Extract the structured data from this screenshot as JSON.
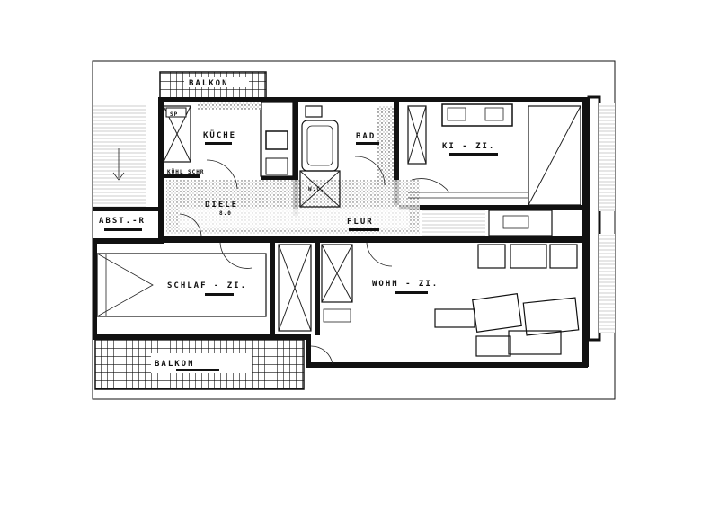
{
  "floorplan": {
    "rooms": {
      "balcony_top": "BALKON",
      "kitchen": "KÜCHE",
      "pantry": "SP",
      "kitchen_small": "KÜHL SCHR",
      "hall": "DIELE",
      "hall_sub": "8.0",
      "bath": "BAD",
      "wc": "W.C.",
      "child_room": "KI - ZI.",
      "storage": "ABST.-R",
      "corridor": "FLUR",
      "bedroom": "SCHLAF - ZI.",
      "living_room": "WOHN - ZI.",
      "balcony_bottom": "BALKON"
    }
  }
}
